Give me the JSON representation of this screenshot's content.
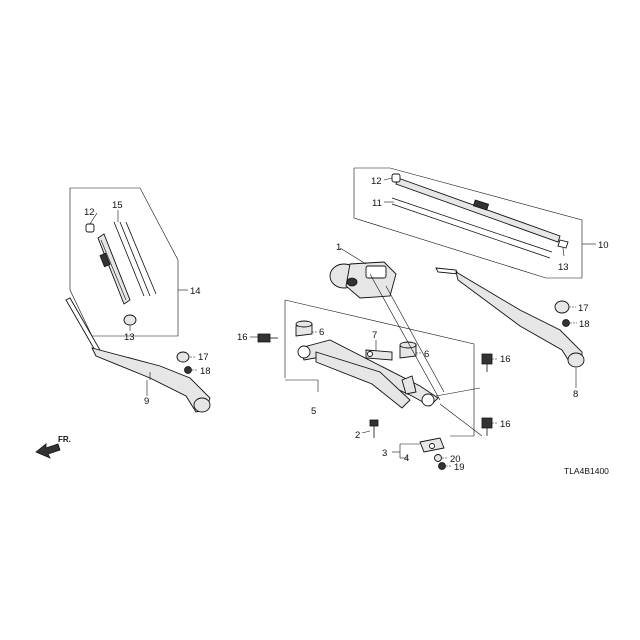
{
  "diagram_code": "TLA4B1400",
  "direction_label": "FR.",
  "callouts": {
    "p1": "1",
    "p2": "2",
    "p3": "3",
    "p4": "4",
    "p5": "5",
    "p6a": "6",
    "p6b": "6",
    "p7": "7",
    "p8": "8",
    "p9": "9",
    "p10": "10",
    "p11": "11",
    "p12a": "12",
    "p12b": "12",
    "p13a": "13",
    "p13b": "13",
    "p14": "14",
    "p15": "15",
    "p16a": "16",
    "p16b": "16",
    "p16c": "16",
    "p17a": "17",
    "p17b": "17",
    "p18a": "18",
    "p18b": "18",
    "p19": "19",
    "p20": "20"
  }
}
